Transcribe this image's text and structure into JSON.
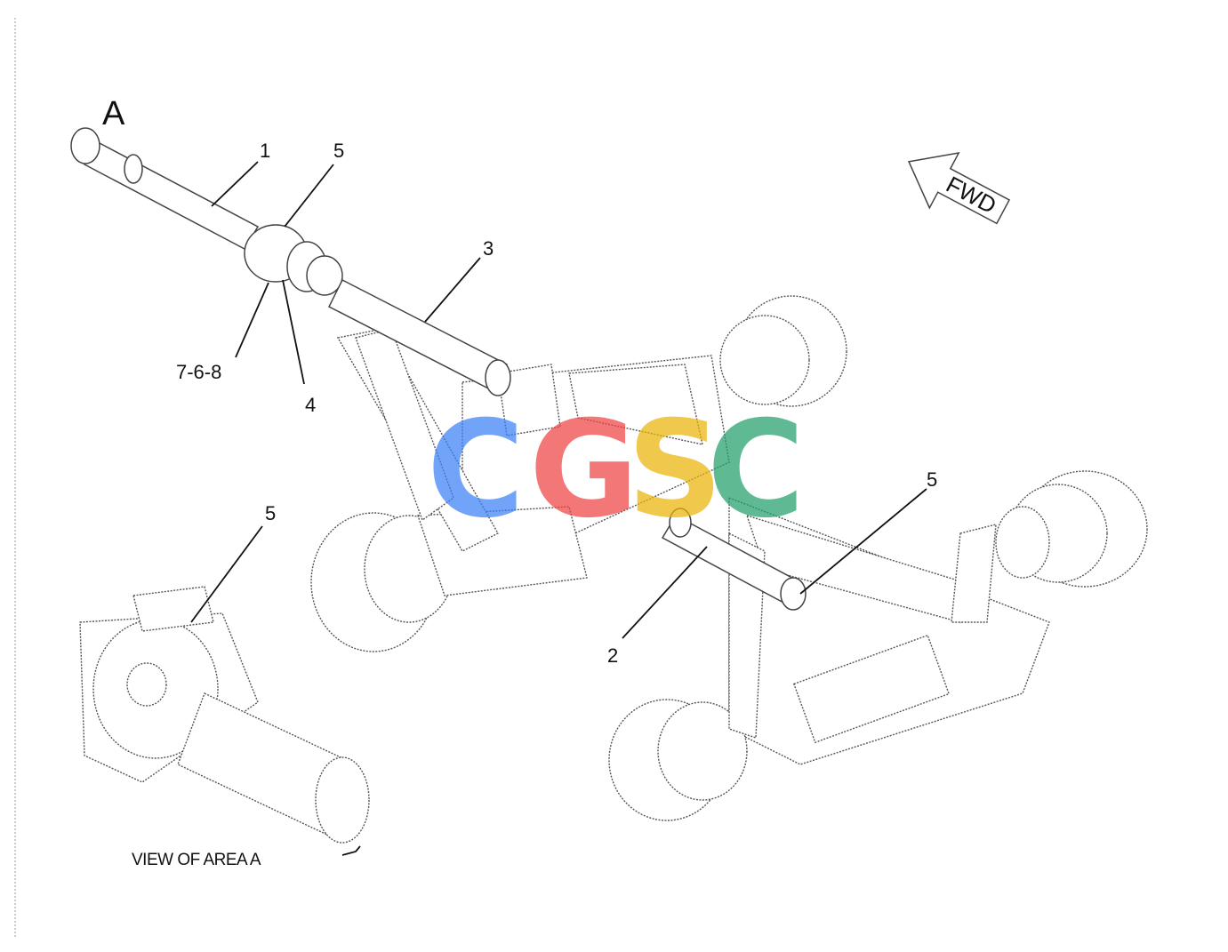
{
  "area_label": "A",
  "direction_label": "FWD",
  "callouts": {
    "c1": "1",
    "c5_top": "5",
    "c3": "3",
    "c768": "7-6-8",
    "c4": "4",
    "c5_right": "5",
    "c2": "2",
    "c5_detail": "5"
  },
  "detail_caption": "VIEW OF AREA  A",
  "watermark": {
    "letters": [
      "C",
      "G",
      "S",
      "C"
    ],
    "colors": [
      "#3b82f6",
      "#ef4444",
      "#eab308",
      "#22a06b"
    ]
  }
}
